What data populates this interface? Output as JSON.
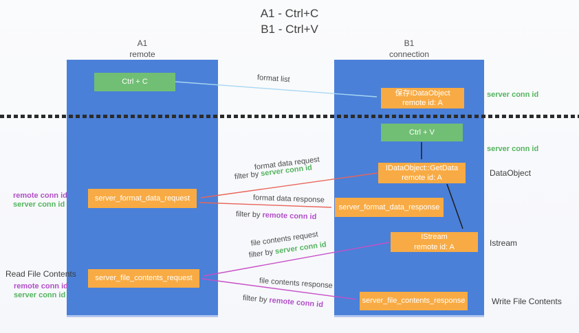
{
  "title": {
    "line1": "A1 - Ctrl+C",
    "line2": "B1 - Ctrl+V"
  },
  "columns": {
    "a1": {
      "name": "A1",
      "subtitle": "remote"
    },
    "b1": {
      "name": "B1",
      "subtitle": "connection"
    }
  },
  "nodes": {
    "ctrl_c": "Ctrl + C",
    "ctrl_v": "Ctrl + V",
    "save_idataobject": {
      "line1": "保存IDataObject",
      "line2": "remote id: A"
    },
    "getdata": {
      "line1": "IDataObject::GetData",
      "line2": "remote id: A"
    },
    "istream": {
      "line1": "IStream",
      "line2": "remote id: A"
    },
    "format_request": "server_format_data_request",
    "format_response": "server_format_data_response",
    "file_request": "server_file_contents_request",
    "file_response": "server_file_contents_response"
  },
  "flow_labels": {
    "format_list": "format list",
    "format_data_request": "format data request",
    "format_data_response": "format data response",
    "file_contents_request": "file contents request",
    "file_contents_response": "file contents response",
    "filter_prefix": "filter by ",
    "server_conn_id": "server conn id",
    "remote_conn_id": "remote conn id"
  },
  "side_labels": {
    "server_conn_id_top": "server conn id",
    "server_conn_id_mid": "server conn id",
    "dataobject": "DataObject",
    "istream": "Istream",
    "write_file_contents": "Write File Contents",
    "read_file_contents": "Read File Contents",
    "remote_conn_id": "remote conn id",
    "server_conn_id": "server conn id"
  },
  "colors": {
    "column_blue": "#4a80d8",
    "box_green": "#71bf74",
    "box_orange": "#f8ab44",
    "green_label": "#53b45e",
    "purple_label": "#b14ec6",
    "arrow_red": "#e9655a",
    "arrow_magenta": "#c750c7",
    "arrow_light_blue": "#a8d7f2",
    "arrow_black": "#1c1c1c",
    "dotted_line": "#2b2b2b"
  }
}
